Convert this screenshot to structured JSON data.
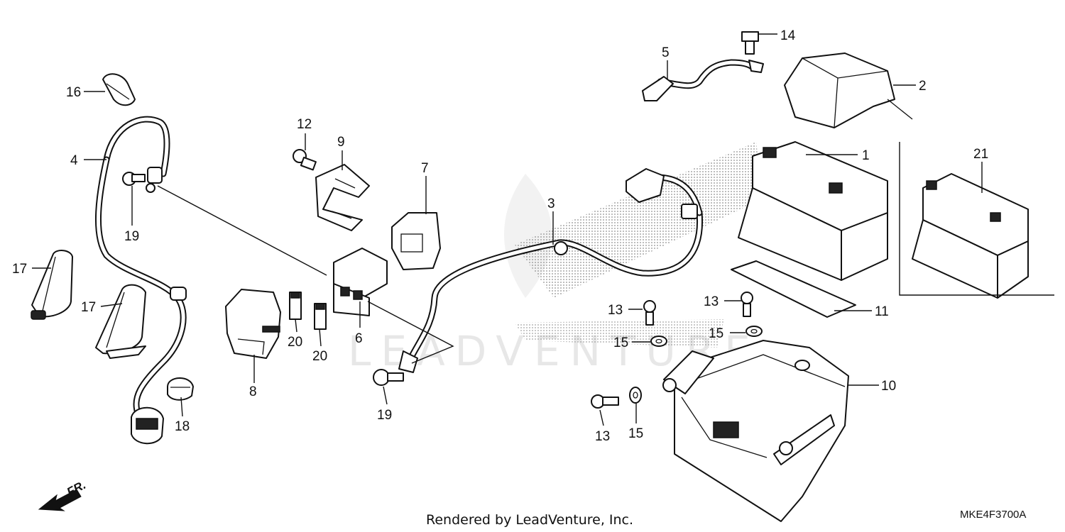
{
  "callouts": {
    "c1": "1",
    "c2": "2",
    "c3": "3",
    "c4": "4",
    "c5": "5",
    "c6": "6",
    "c7": "7",
    "c8": "8",
    "c9": "9",
    "c10": "10",
    "c11": "11",
    "c12": "12",
    "c13a": "13",
    "c13b": "13",
    "c13c": "13",
    "c14": "14",
    "c15a": "15",
    "c15b": "15",
    "c15c": "15",
    "c16": "16",
    "c17a": "17",
    "c17b": "17",
    "c18": "18",
    "c19a": "19",
    "c19b": "19",
    "c20a": "20",
    "c20b": "20",
    "c21": "21"
  },
  "footer": {
    "credit": "Rendered by LeadVenture, Inc.",
    "diagram_code": "MKE4F3700A",
    "direction_label": "FR.",
    "watermark": "LEADVENTURE"
  },
  "colors": {
    "ink": "#111111",
    "watermark": "#d4d4d4"
  }
}
